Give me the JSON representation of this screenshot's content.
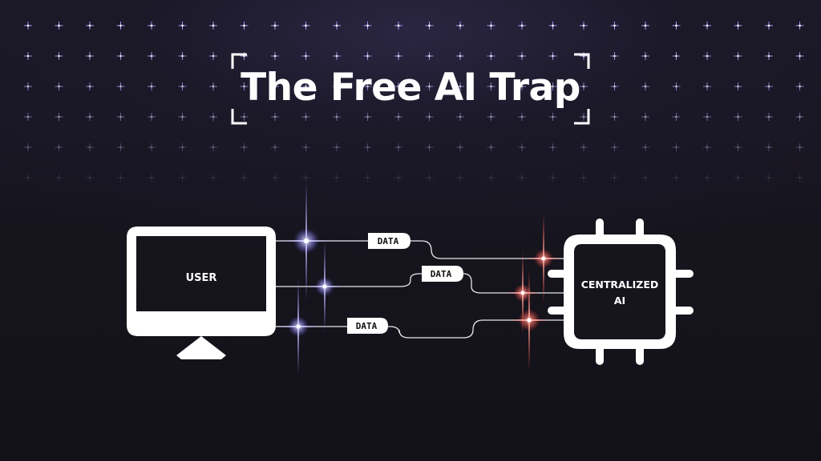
{
  "title": "The Free AI Trap",
  "diagram": {
    "source_label": "USER",
    "target_label_line1": "CENTRALIZED",
    "target_label_line2": "AI",
    "connections": [
      {
        "label": "DATA"
      },
      {
        "label": "DATA"
      },
      {
        "label": "DATA"
      }
    ]
  },
  "colors": {
    "background": "#141219",
    "foreground": "#ffffff",
    "star_cool": "#b9b4ff",
    "star_warm": "#ff5a4f"
  },
  "icons": {
    "source": "monitor-icon",
    "target": "chip-icon",
    "frame": "corner-brackets"
  }
}
